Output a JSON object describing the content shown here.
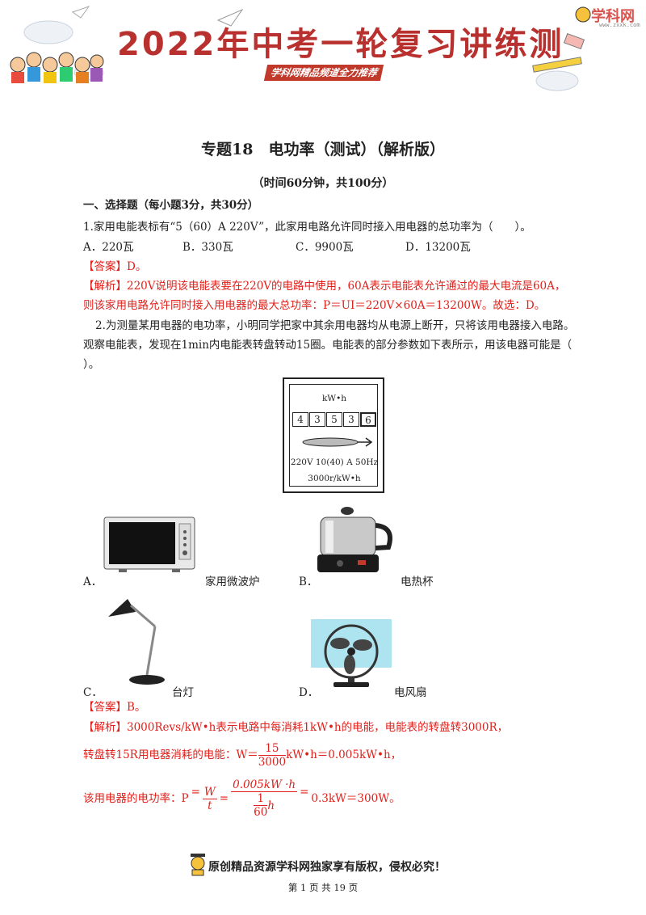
{
  "banner": {
    "title": "2022年中考一轮复习讲练测",
    "subtitle": "学科网精品频道全力推荐",
    "logo": "学科网",
    "logo_url": "www.zxxk.com"
  },
  "doc": {
    "title": "专题18　电功率（测试）（解析版）",
    "time": "（时间60分钟，共100分）"
  },
  "section1": "一、选择题（每小题3分，共30分）",
  "q1": {
    "stem": "1.家用电能表标有“5（60）A 220V”，此家用电路允许同时接入用电器的总功率为（　　）。",
    "options": [
      "A．220瓦",
      "B．330瓦",
      "C．9900瓦",
      "D．13200瓦"
    ],
    "answer": "【答案】D。",
    "analysis_1": "【解析】220V说明该电能表要在220V的电路中使用，60A表示电能表允许通过的最大电流是60A，",
    "analysis_2": "则该家用电路允许同时接入用电器的最大总功率：P＝UI＝220V×60A＝13200W。故选：D。"
  },
  "q2": {
    "stem_1": "2.为测量某用电器的电功率，小明同学把家中其余用电器均从电源上断开，只将该用电器接入电路。",
    "stem_2": "观察电能表，发现在1min内电能表转盘转动15圈。电能表的部分参数如下表所示，用该电器可能是（",
    "stem_3": "）。",
    "meter": {
      "unit": "kW•h",
      "digits": [
        "4",
        "3",
        "5",
        "3",
        "6"
      ],
      "spec": "220V 10(40) A  50Hz",
      "rev": "3000r/kW•h"
    },
    "options": {
      "a_letter": "A．",
      "a_label": "家用微波炉",
      "b_letter": "B．",
      "b_label": "电热杯",
      "c_letter": "C．",
      "c_label": "台灯",
      "d_letter": "D．",
      "d_label": "电风扇"
    },
    "answer": "【答案】B。",
    "analysis_1": "【解析】3000Revs/kW•h表示电路中每消耗1kW•h的电能，电能表的转盘转3000R，",
    "analysis_2_pre": "转盘转15R用电器消耗的电能：W＝",
    "analysis_2_num": "15",
    "analysis_2_den": "3000",
    "analysis_2_post": "kW•h＝0.005kW•h，",
    "analysis_3_pre": "该用电器的电功率：P",
    "analysis_3_eq": "=",
    "analysis_3_w": "W",
    "analysis_3_t": "t",
    "analysis_3_eq2": "=",
    "analysis_3_num": "0.005kW ·h",
    "analysis_3_den_n": "1",
    "analysis_3_den_d": "60",
    "analysis_3_den_h": "h",
    "analysis_3_eq3": "=",
    "analysis_3_post": "0.3kW＝300W。"
  },
  "footer": {
    "text": "原创精品资源学科网独家享有版权，侵权必究！",
    "page": "第 1 页 共 19 页"
  }
}
